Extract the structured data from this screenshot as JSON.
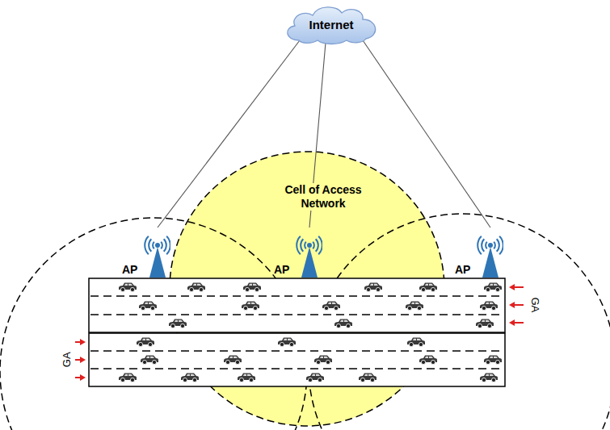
{
  "diagram": {
    "nodes": [
      {
        "text": [
          "Internet"
        ]
      },
      {
        "text": [
          "AP"
        ]
      },
      {
        "text": [
          "AP"
        ]
      },
      {
        "text": [
          "AP"
        ]
      }
    ],
    "edges": [
      {
        "from": 0,
        "to": 1,
        "arrow": "none"
      },
      {
        "from": 0,
        "to": 2,
        "arrow": "none"
      },
      {
        "from": 0,
        "to": 3,
        "arrow": "none"
      }
    ],
    "labels": [
      "Cell of Access Network",
      "GA",
      "GA"
    ]
  }
}
